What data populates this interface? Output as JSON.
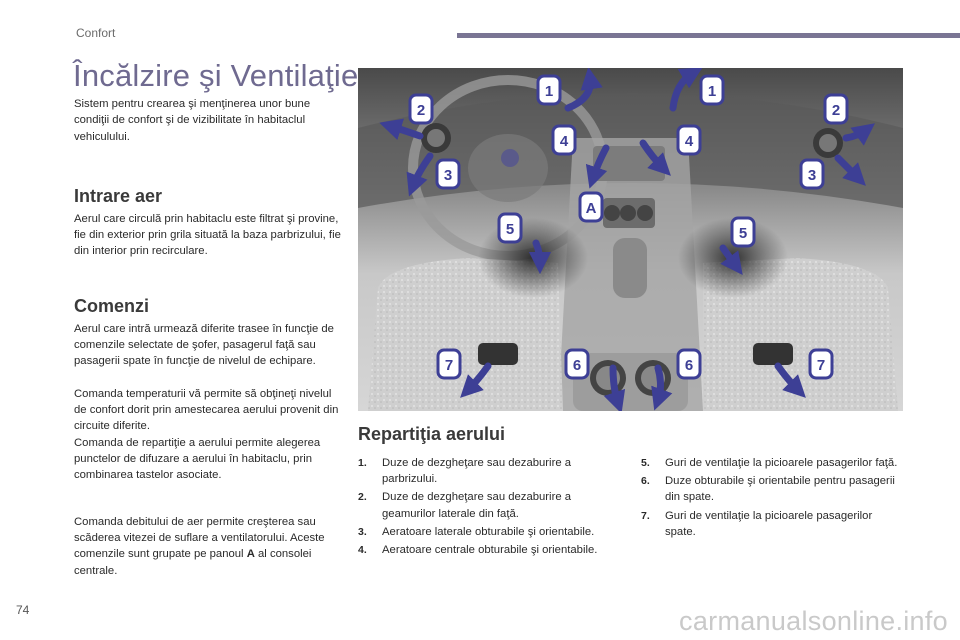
{
  "header": {
    "section_label": "Confort",
    "accent_color": "#7a7594"
  },
  "title": "Încălzire şi Ventilaţie",
  "intro": "Sistem pentru crearea şi menţinerea unor bune condiţii de confort şi de vizibilitate în habitaclul vehiculului.",
  "sections": {
    "air_intake": {
      "heading": "Intrare aer",
      "text": "Aerul care circulă prin habitaclu este filtrat şi provine, fie din exterior prin grila situată la baza parbrizului, fie din interior prin recirculare."
    },
    "controls": {
      "heading": "Comenzi",
      "text": "Aerul care intră urmează diferite trasee în funcţie de comenzile selectate de şofer, pasagerul faţă sau pasagerii spate în funcţie de nivelul de echipare.",
      "text2": "Comanda temperaturii vă permite să obţineţi nivelul de confort dorit prin amestecarea aerului provenit din circuite diferite.",
      "text3": "Comanda de repartiţie a aerului permite alegerea punctelor de difuzare a aerului în habitaclu, prin combinarea tastelor asociate.",
      "flow_text_before": "Comanda debitului de aer permite creşterea sau scăderea vitezei de suflare a ventilatorului. Aceste comenzile sunt grupate pe panoul ",
      "flow_panel_letter": "A",
      "flow_text_after": " al consolei centrale."
    }
  },
  "diagram": {
    "arrow_color": "#3d3f95",
    "labels": {
      "l1a": "1",
      "l1b": "1",
      "l2a": "2",
      "l2b": "2",
      "l3a": "3",
      "l3b": "3",
      "l4a": "4",
      "l4b": "4",
      "la": "A",
      "l5a": "5",
      "l5b": "5",
      "l6a": "6",
      "l6b": "6",
      "l7a": "7",
      "l7b": "7"
    }
  },
  "distribution": {
    "heading": "Repartiţia aerului",
    "items_left": [
      {
        "num": "1.",
        "text": "Duze de dezgheţare sau dezaburire a parbrizului."
      },
      {
        "num": "2.",
        "text": "Duze de dezgheţare sau dezaburire a geamurilor laterale din faţă."
      },
      {
        "num": "3.",
        "text": "Aeratoare laterale obturabile şi orientabile."
      },
      {
        "num": "4.",
        "text": "Aeratoare centrale obturabile şi orientabile."
      }
    ],
    "items_right": [
      {
        "num": "5.",
        "text": "Guri de ventilaţie la picioarele pasagerilor faţă."
      },
      {
        "num": "6.",
        "text": "Duze obturabile şi orientabile pentru pasagerii din spate."
      },
      {
        "num": "7.",
        "text": "Guri de ventilaţie la picioarele pasagerilor spate."
      }
    ]
  },
  "footer": {
    "page_number": "74",
    "watermark": "carmanualsonline.info"
  }
}
